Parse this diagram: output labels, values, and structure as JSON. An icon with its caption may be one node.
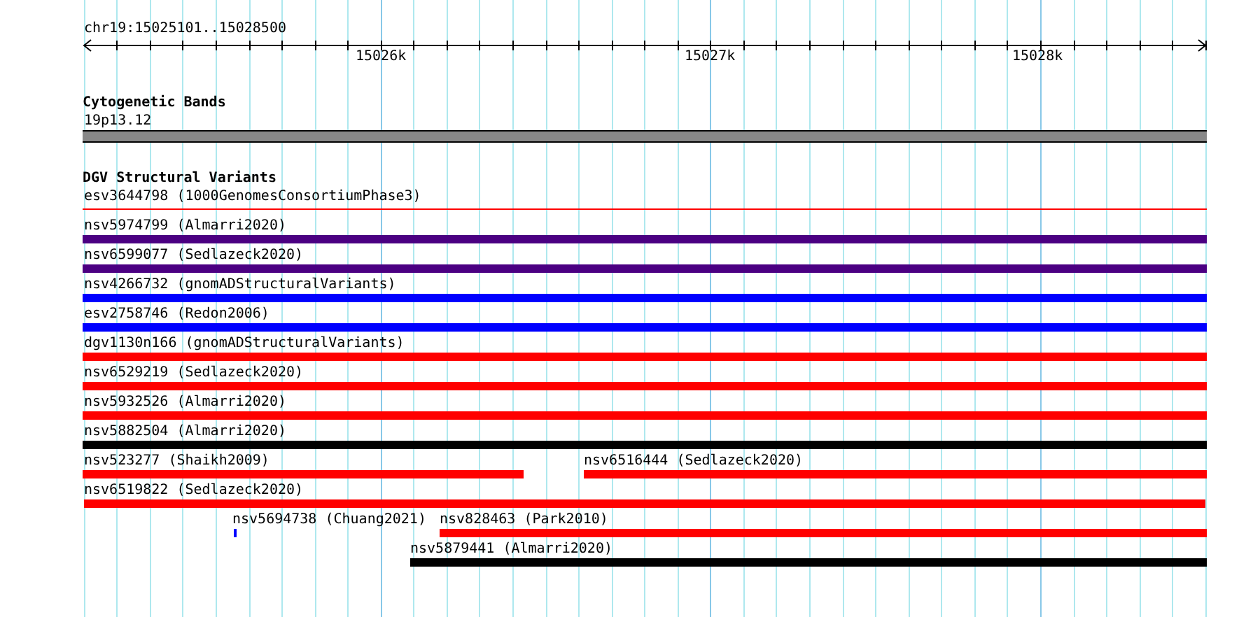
{
  "diagram": {
    "nodes": [
      {
        "text": [
          "19p13.12"
        ]
      },
      {
        "text": [
          "esv3644798 (1000GenomesConsortiumPhase3)"
        ]
      },
      {
        "text": [
          "nsv5974799 (Almarri2020)"
        ]
      },
      {
        "text": [
          "nsv6599077 (Sedlazeck2020)"
        ]
      },
      {
        "text": [
          "nsv4266732 (gnomADStructuralVariants)"
        ]
      },
      {
        "text": [
          "esv2758746 (Redon2006)"
        ]
      },
      {
        "text": [
          "dgv1130n166 (gnomADStructuralVariants)"
        ]
      },
      {
        "text": [
          "nsv6529219 (Sedlazeck2020)"
        ]
      },
      {
        "text": [
          "nsv5932526 (Almarri2020)"
        ]
      },
      {
        "text": [
          "nsv5882504 (Almarri2020)"
        ]
      },
      {
        "text": [
          "nsv523277 (Shaikh2009)"
        ]
      },
      {
        "text": [
          "nsv6516444 (Sedlazeck2020)"
        ]
      },
      {
        "text": [
          "nsv6519822 (Sedlazeck2020)"
        ]
      },
      {
        "text": [
          "nsv5694738 (Chuang2021)"
        ]
      },
      {
        "text": [
          "nsv828463 (Park2010)"
        ]
      },
      {
        "text": [
          "nsv5879441 (Almarri2020)"
        ]
      }
    ],
    "labels": [
      "chr19:15025101..15028500",
      "15026k",
      "15027k",
      "15028k",
      "Cytogenetic Bands",
      "DGV Structural Variants"
    ]
  }
}
